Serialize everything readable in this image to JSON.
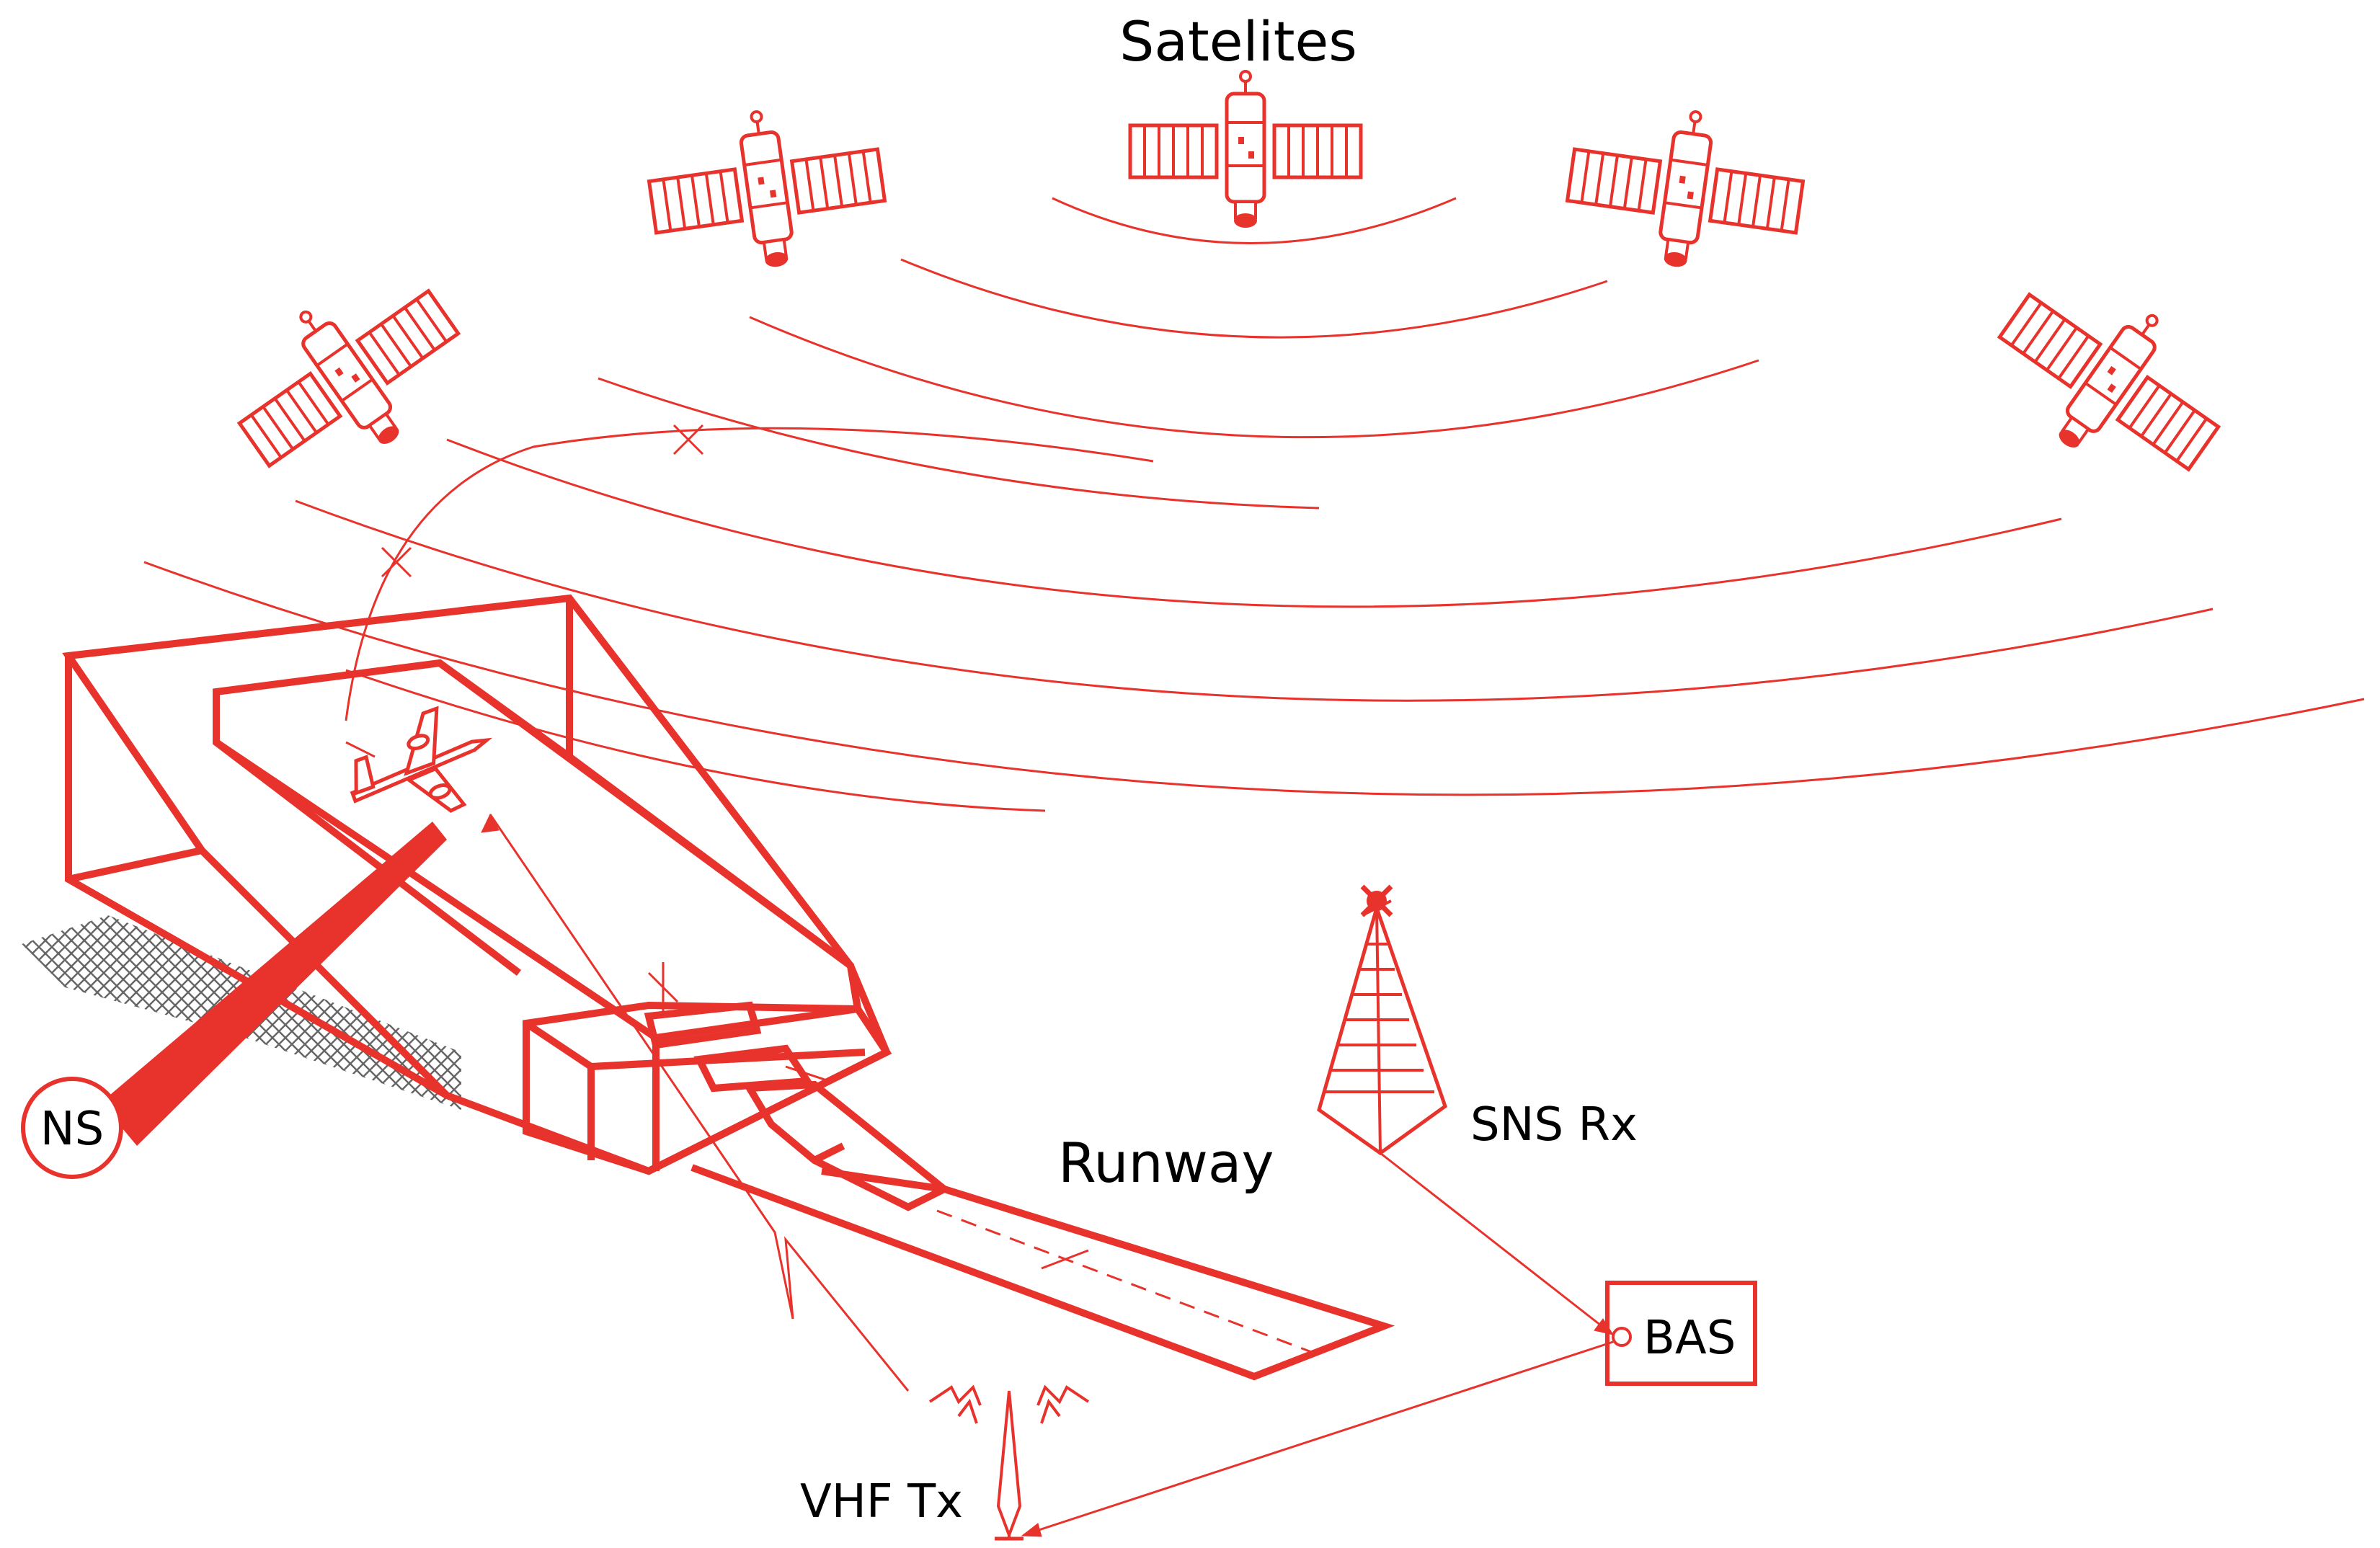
{
  "labels": {
    "satellites": "Satelites",
    "runway": "Runway",
    "sns_rx": "SNS Rx",
    "bas": "BAS",
    "vhf_tx": "VHF Tx",
    "ns": "NS"
  },
  "colors": {
    "accent": "#e8322c",
    "text": "#000000",
    "hatch": "#666666"
  },
  "icons": {
    "satellite": "satellite-icon",
    "airplane": "airplane-icon",
    "tower": "sns-receiver-tower-icon",
    "antenna": "vhf-antenna-icon"
  }
}
